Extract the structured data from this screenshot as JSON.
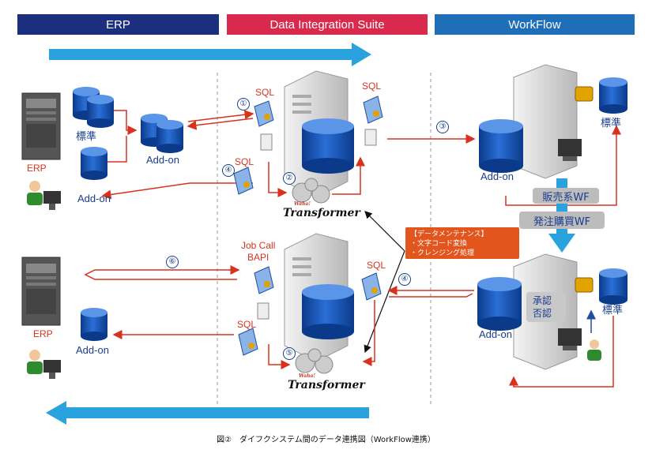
{
  "headers": {
    "erp": "ERP",
    "dis": "Data Integration Suite",
    "workflow": "WorkFlow"
  },
  "labels": {
    "standard_left": "標準",
    "addon_top_mid": "Add-on",
    "addon_top_left": "Add-on",
    "erp_top": "ERP",
    "erp_bottom": "ERP",
    "addon_bottom_left": "Add-on",
    "sql_1": "SQL",
    "sql_2": "SQL",
    "sql_4": "SQL",
    "sql_4b": "SQL",
    "sql_5": "SQL",
    "jobcall": "Job Call",
    "bapi": "BAPI",
    "standard_right_top": "標準",
    "standard_right_bottom": "標準",
    "addon_wf_top": "Add-on",
    "addon_wf_bottom": "Add-on",
    "sales_wf": "販売系WF",
    "purchase_wf": "発注購買WF",
    "approve": "承認",
    "reject": "否認",
    "transformer_top": "Transformer",
    "transformer_top_small": "Waha!",
    "transformer_bottom": "Transformer",
    "transformer_bottom_small": "Waha!"
  },
  "steps": [
    "①",
    "②",
    "③",
    "④",
    "⑤",
    "⑥",
    "④"
  ],
  "maintenance": {
    "title": "【データメンテナンス】",
    "item1": "・文字コード変換",
    "item2": "・クレンジング処理"
  },
  "caption": "図②　ダイフクシステム間のデータ連携図（WorkFlow連携）",
  "colors": {
    "erp_header": "#1b2f7e",
    "dis_header": "#d92a4e",
    "wf_header": "#1f6fb8",
    "arrow_blue": "#2aa2dd",
    "flow_red": "#d8321f",
    "db_blue": "#14489f"
  }
}
